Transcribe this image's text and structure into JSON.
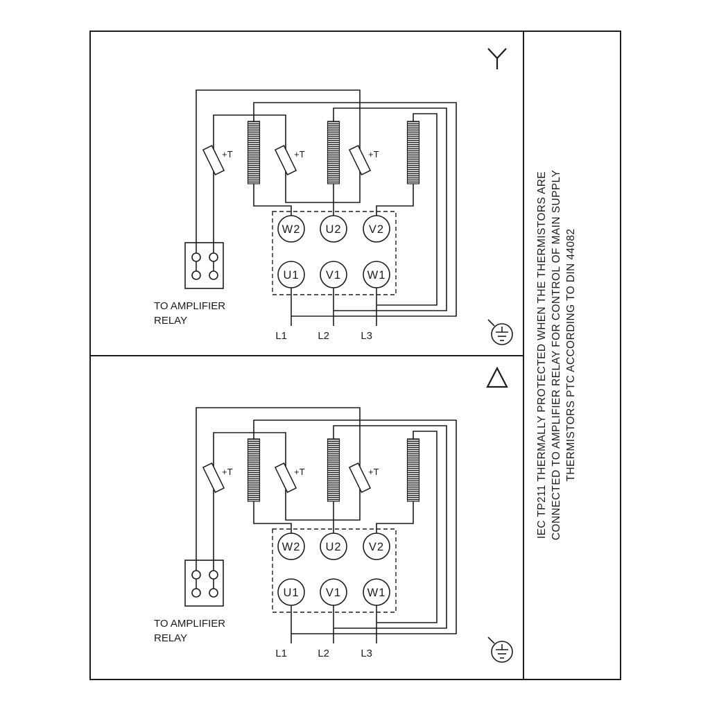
{
  "colors": {
    "ink": "#1c1c1c",
    "paper": "#ffffff"
  },
  "side_note": {
    "lines": [
      "IEC TP211 THERMALLY PROTECTED WHEN THE THERMISTORS ARE",
      "CONNECTED TO AMPLIFIER RELAY FOR CONTROL OF MAIN SUPPLY",
      "THERMISTORS PTC ACCORDING TO DIN 44082"
    ]
  },
  "panels": {
    "star": {
      "connection": "star",
      "terminals_top": [
        "W2",
        "U2",
        "V2"
      ],
      "terminals_bottom": [
        "U1",
        "V1",
        "W1"
      ],
      "thermistor_labels": [
        "+T",
        "+T",
        "+T"
      ],
      "relay_note": [
        "TO AMPLIFIER",
        "RELAY"
      ],
      "phases": [
        "L1",
        "L2",
        "L3"
      ]
    },
    "delta": {
      "connection": "delta",
      "terminals_top": [
        "W2",
        "U2",
        "V2"
      ],
      "terminals_bottom": [
        "U1",
        "V1",
        "W1"
      ],
      "thermistor_labels": [
        "+T",
        "+T",
        "+T"
      ],
      "relay_note": [
        "TO AMPLIFIER",
        "RELAY"
      ],
      "phases": [
        "L1",
        "L2",
        "L3"
      ]
    }
  }
}
